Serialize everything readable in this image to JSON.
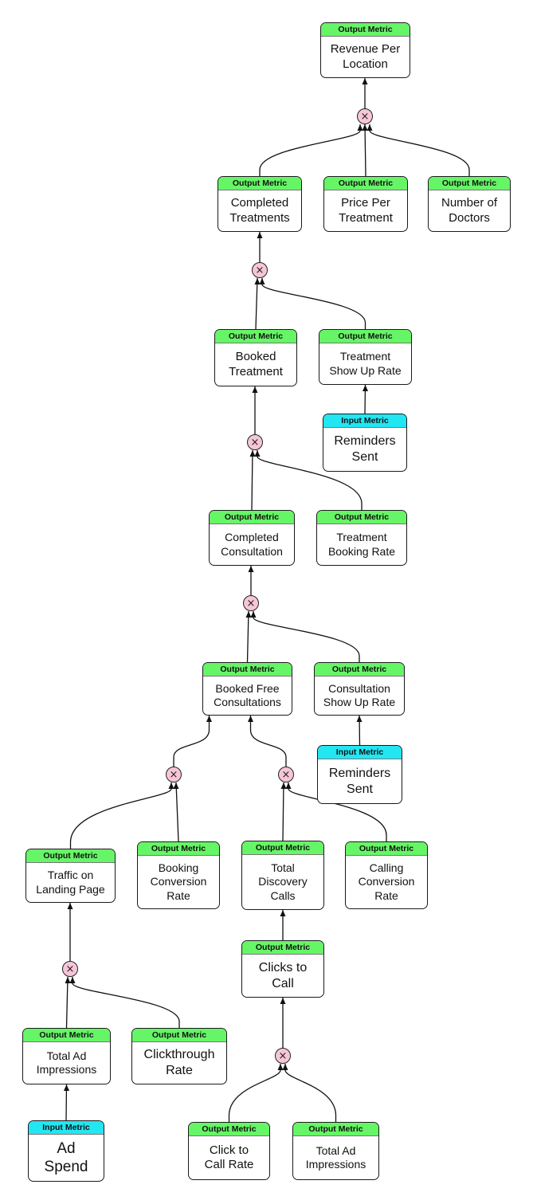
{
  "labels": {
    "output_header": "Output Metric",
    "input_header": "Input Metric",
    "multiply_symbol": "×"
  },
  "colors": {
    "output_header": "#66f566",
    "input_header": "#22e6f2",
    "operator_fill": "#f6c6d8",
    "edge": "#111111"
  },
  "nodes": {
    "revenue_per_location": {
      "type": "output",
      "label": "Revenue Per\nLocation"
    },
    "completed_treatments": {
      "type": "output",
      "label": "Completed\nTreatments"
    },
    "price_per_treatment": {
      "type": "output",
      "label": "Price Per\nTreatment"
    },
    "number_of_doctors": {
      "type": "output",
      "label": "Number of\nDoctors"
    },
    "booked_treatment": {
      "type": "output",
      "label": "Booked\nTreatment"
    },
    "treatment_show_up_rate": {
      "type": "output",
      "label": "Treatment\nShow Up Rate"
    },
    "reminders_sent_1": {
      "type": "input",
      "label": "Reminders\nSent"
    },
    "completed_consultation": {
      "type": "output",
      "label": "Completed\nConsultation"
    },
    "treatment_booking_rate": {
      "type": "output",
      "label": "Treatment\nBooking Rate"
    },
    "booked_free_consultations": {
      "type": "output",
      "label": "Booked Free\nConsultations"
    },
    "consultation_show_up_rate": {
      "type": "output",
      "label": "Consultation\nShow Up Rate"
    },
    "reminders_sent_2": {
      "type": "input",
      "label": "Reminders\nSent"
    },
    "traffic_on_landing_page": {
      "type": "output",
      "label": "Traffic on\nLanding Page"
    },
    "booking_conversion_rate": {
      "type": "output",
      "label": "Booking\nConversion\nRate"
    },
    "total_discovery_calls": {
      "type": "output",
      "label": "Total\nDiscovery\nCalls"
    },
    "calling_conversion_rate": {
      "type": "output",
      "label": "Calling\nConversion\nRate"
    },
    "clicks_to_call": {
      "type": "output",
      "label": "Clicks to\nCall"
    },
    "total_ad_impressions_1": {
      "type": "output",
      "label": "Total Ad\nImpressions"
    },
    "clickthrough_rate": {
      "type": "output",
      "label": "Clickthrough\nRate"
    },
    "ad_spend": {
      "type": "input",
      "label": "Ad\nSpend"
    },
    "click_to_call_rate": {
      "type": "output",
      "label": "Click to\nCall Rate"
    },
    "total_ad_impressions_2": {
      "type": "output",
      "label": "Total Ad\nImpressions"
    }
  },
  "operators": {
    "op_revenue": {
      "symbol": "×",
      "inputs": [
        "completed_treatments",
        "price_per_treatment",
        "number_of_doctors"
      ],
      "output": "revenue_per_location"
    },
    "op_completed_treatments": {
      "symbol": "×",
      "inputs": [
        "booked_treatment",
        "treatment_show_up_rate"
      ],
      "output": "completed_treatments"
    },
    "op_booked_treatment": {
      "symbol": "×",
      "inputs": [
        "completed_consultation",
        "treatment_booking_rate"
      ],
      "output": "booked_treatment"
    },
    "op_completed_consultation": {
      "symbol": "×",
      "inputs": [
        "booked_free_consultations",
        "consultation_show_up_rate"
      ],
      "output": "completed_consultation"
    },
    "op_booked_free_left": {
      "symbol": "×",
      "inputs": [
        "traffic_on_landing_page",
        "booking_conversion_rate"
      ],
      "output": "booked_free_consultations"
    },
    "op_booked_free_right": {
      "symbol": "×",
      "inputs": [
        "total_discovery_calls",
        "calling_conversion_rate"
      ],
      "output": "booked_free_consultations"
    },
    "op_traffic": {
      "symbol": "×",
      "inputs": [
        "total_ad_impressions_1",
        "clickthrough_rate"
      ],
      "output": "traffic_on_landing_page"
    },
    "op_clicks_to_call": {
      "symbol": "×",
      "inputs": [
        "click_to_call_rate",
        "total_ad_impressions_2"
      ],
      "output": "clicks_to_call"
    }
  },
  "direct_links": [
    [
      "reminders_sent_1",
      "treatment_show_up_rate"
    ],
    [
      "reminders_sent_2",
      "consultation_show_up_rate"
    ],
    [
      "ad_spend",
      "total_ad_impressions_1"
    ],
    [
      "clicks_to_call",
      "total_discovery_calls"
    ]
  ]
}
